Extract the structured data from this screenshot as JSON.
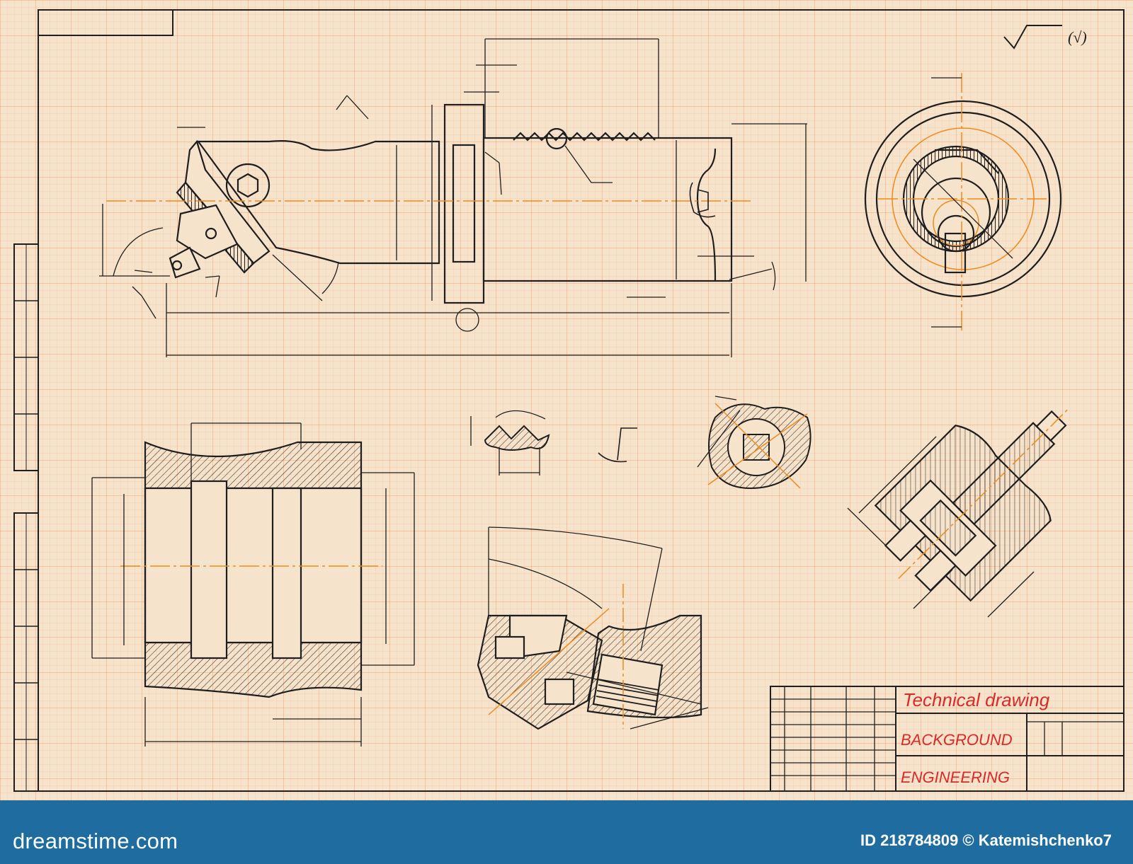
{
  "title_block": {
    "title": "Technical drawing",
    "line2": "BACKGROUND",
    "line3": "ENGINEERING"
  },
  "surface_finish": {
    "note": "(√)"
  },
  "footer": {
    "logo": "dreamstime.com",
    "credit": "ID 218784809 © Katemishchenko7"
  },
  "colors": {
    "paper": "#f6e3cb",
    "grid": "#f2965f",
    "ink": "#1e1e1e",
    "centerline": "#f08a1c",
    "title_red": "#d92a2a",
    "footer_bar": "#1f6ca0"
  }
}
